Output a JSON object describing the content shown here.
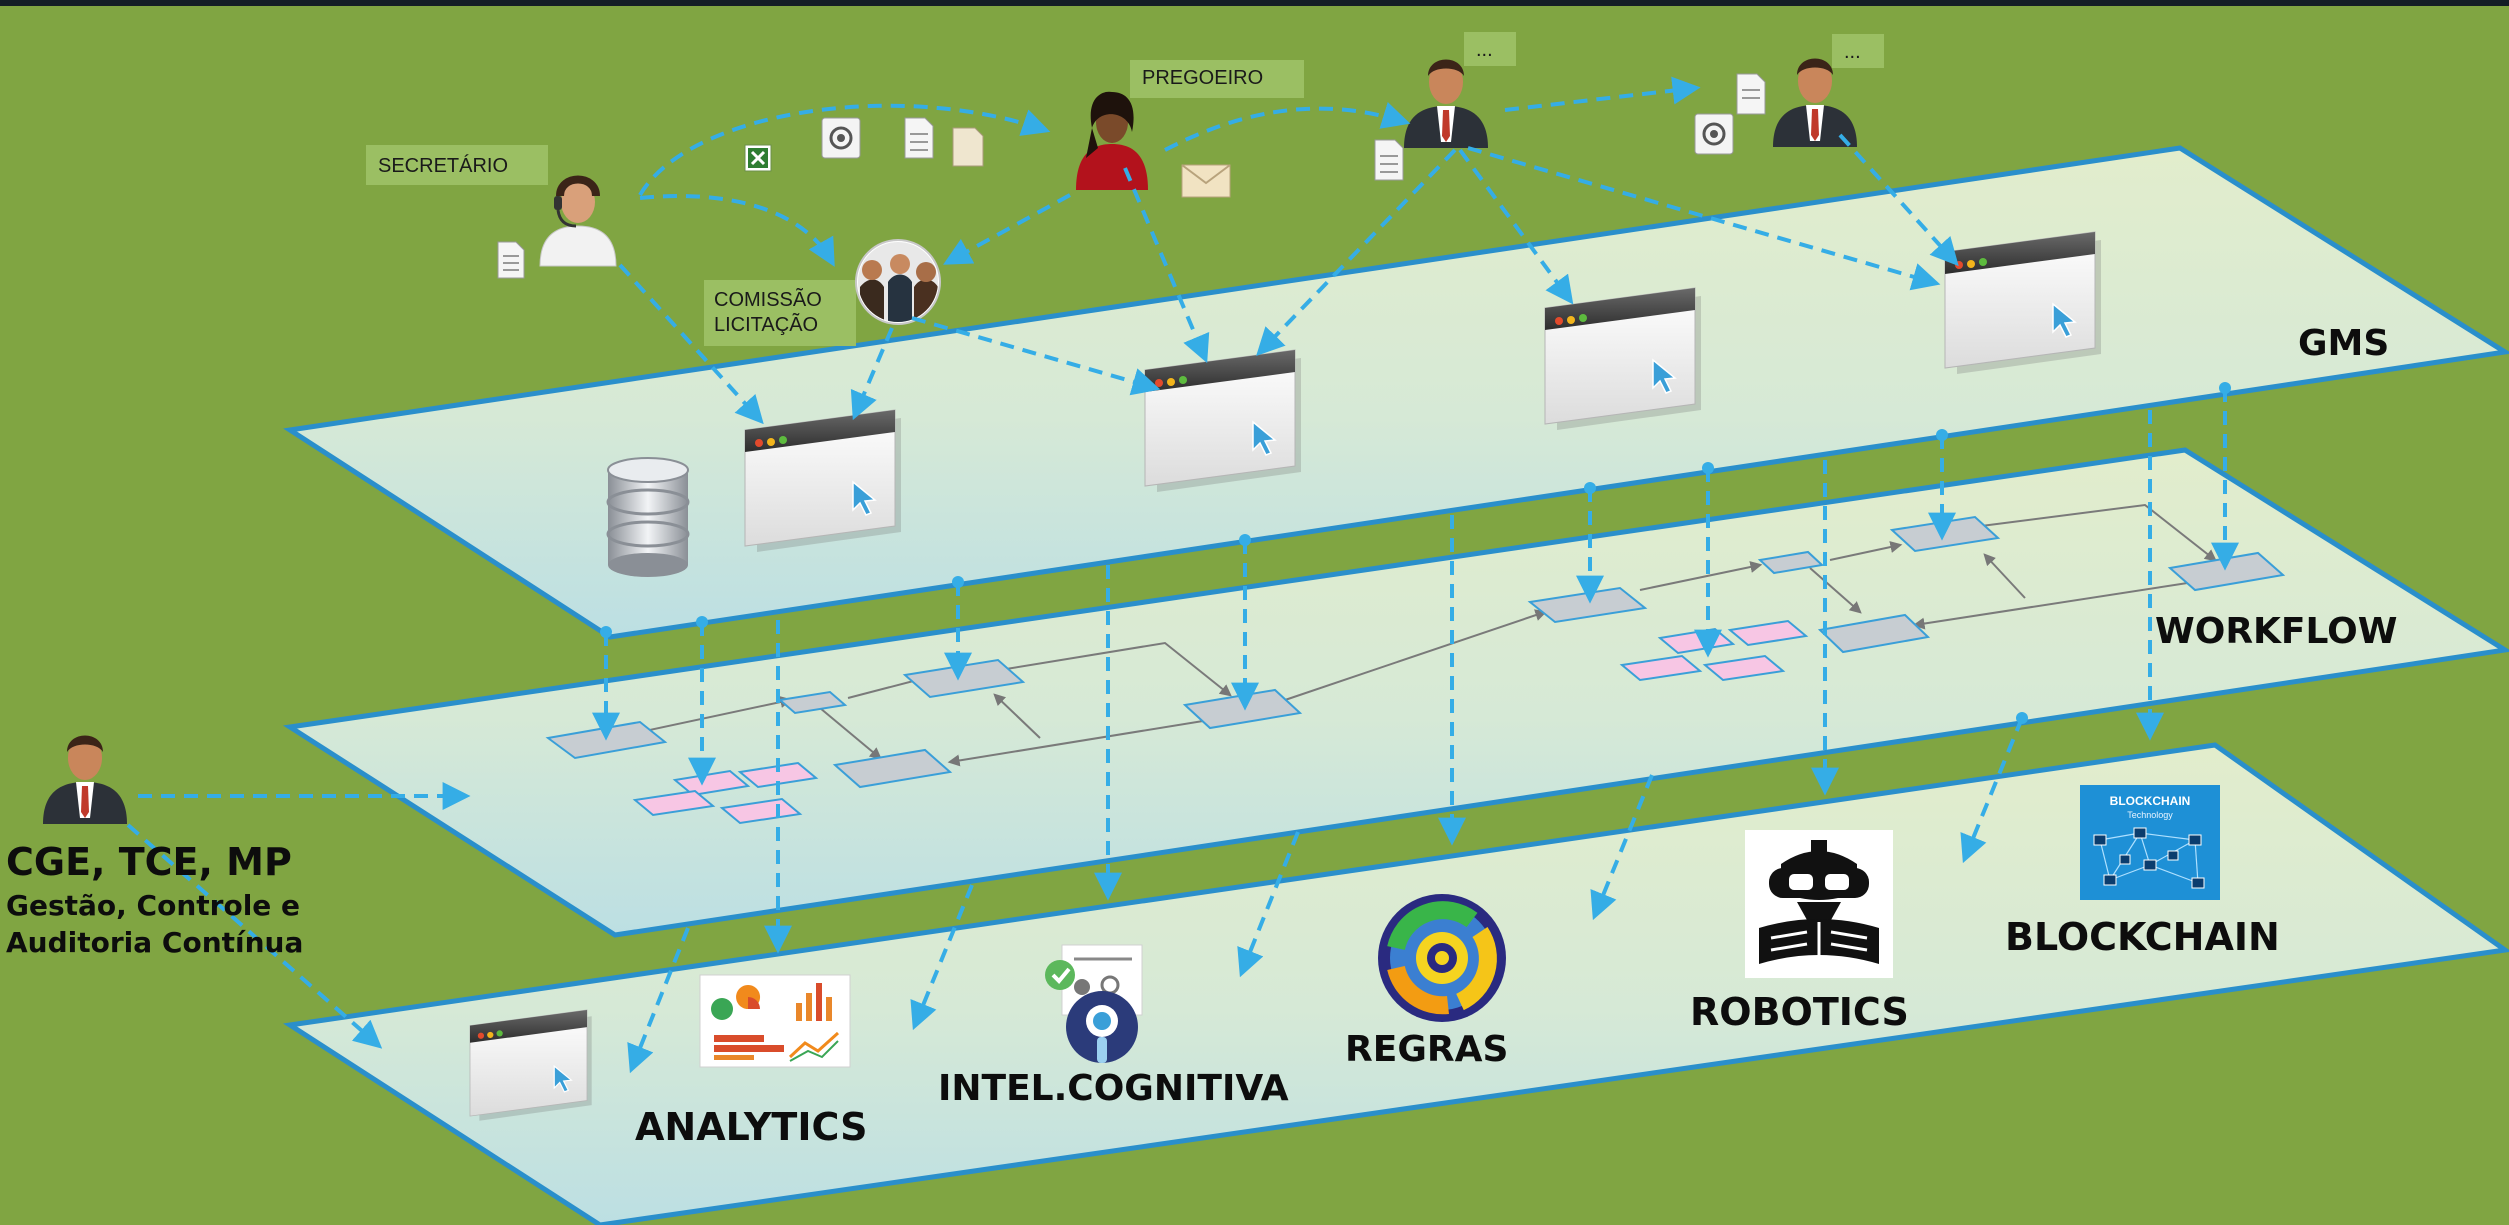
{
  "layers": {
    "gms": "GMS",
    "workflow": "WORKFLOW"
  },
  "actors": {
    "secretario": "SECRETÁRIO",
    "comissao_line1": "COMISSÃO",
    "comissao_line2": "LICITAÇÃO",
    "pregoeiro": "PREGOEIRO",
    "next1": "...",
    "next2": "..."
  },
  "auditor": {
    "title": "CGE, TCE, MP",
    "line1": "Gestão, Controle e",
    "line2": "Auditoria Contínua"
  },
  "tools": {
    "analytics": "ANALYTICS",
    "intel": "INTEL.COGNITIVA",
    "regras": "REGRAS",
    "robotics": "ROBOTICS",
    "blockchain": "BLOCKCHAIN",
    "blockchain_icon_text": "BLOCKCHAIN",
    "blockchain_icon_sub": "Technology"
  },
  "colors": {
    "background": "#80a542",
    "top_bar": "#141e26",
    "plane_edge": "#2a8fcb",
    "arrow": "#35ade6",
    "flow_box": "#c7cdd2",
    "task_box": "#f7c6e4"
  }
}
